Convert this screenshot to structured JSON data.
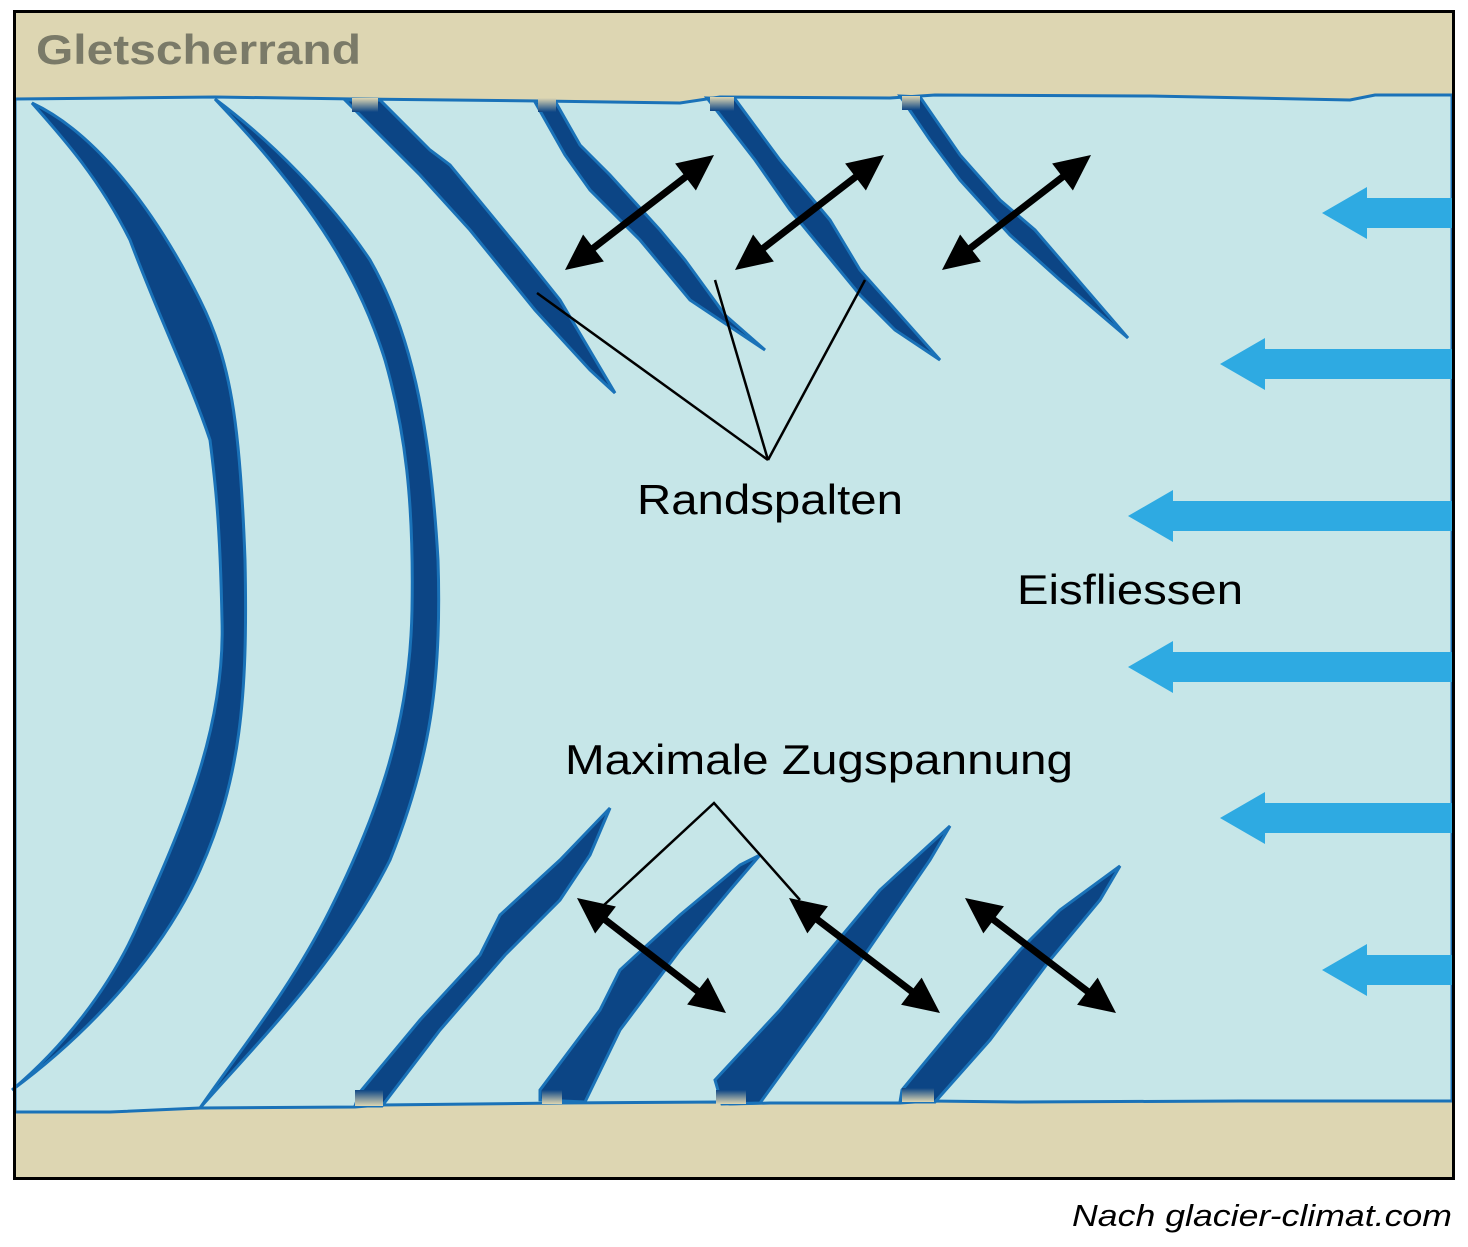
{
  "diagram": {
    "margin_label": "Gletscherrand",
    "labels": {
      "crevasses": "Randspalten",
      "ice_flow": "Eisfliessen",
      "max_tension": "Maximale Zugspannung"
    },
    "credit": "Nach glacier-climat.com",
    "colors": {
      "rock": "#ddd6b2",
      "ice": "#c6e6e8",
      "crevasse_fill": "#0c4585",
      "crevasse_edge": "#1a72b8",
      "flow_arrow": "#2eaae2",
      "title_text": "#7a7a68",
      "frame": "#000000"
    },
    "icons": {
      "flow_arrows": "arrow-left-icon",
      "tension_arrows": "double-arrow-icon"
    }
  }
}
